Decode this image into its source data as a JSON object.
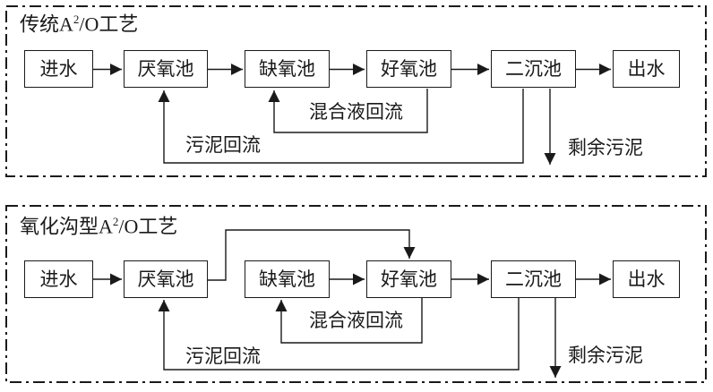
{
  "colors": {
    "line": "#1a1a1a",
    "background": "#ffffff"
  },
  "panels": [
    {
      "title": {
        "prefix": "传统A",
        "sup": "2",
        "suffix": "/O工艺"
      },
      "boxes": {
        "influent": "进水",
        "anaerobic": "厌氧池",
        "anoxic": "缺氧池",
        "aerobic": "好氧池",
        "clarifier": "二沉池",
        "effluent": "出水"
      },
      "labels": {
        "mixed_liquor_return": "混合液回流",
        "sludge_return": "污泥回流",
        "excess_sludge": "剩余污泥"
      }
    },
    {
      "title": {
        "prefix": "氧化沟型A",
        "sup": "2",
        "suffix": "/O工艺"
      },
      "boxes": {
        "influent": "进水",
        "anaerobic": "厌氧池",
        "anoxic": "缺氧池",
        "aerobic": "好氧池",
        "clarifier": "二沉池",
        "effluent": "出水"
      },
      "labels": {
        "mixed_liquor_return": "混合液回流",
        "sludge_return": "污泥回流",
        "excess_sludge": "剩余污泥"
      }
    }
  ]
}
